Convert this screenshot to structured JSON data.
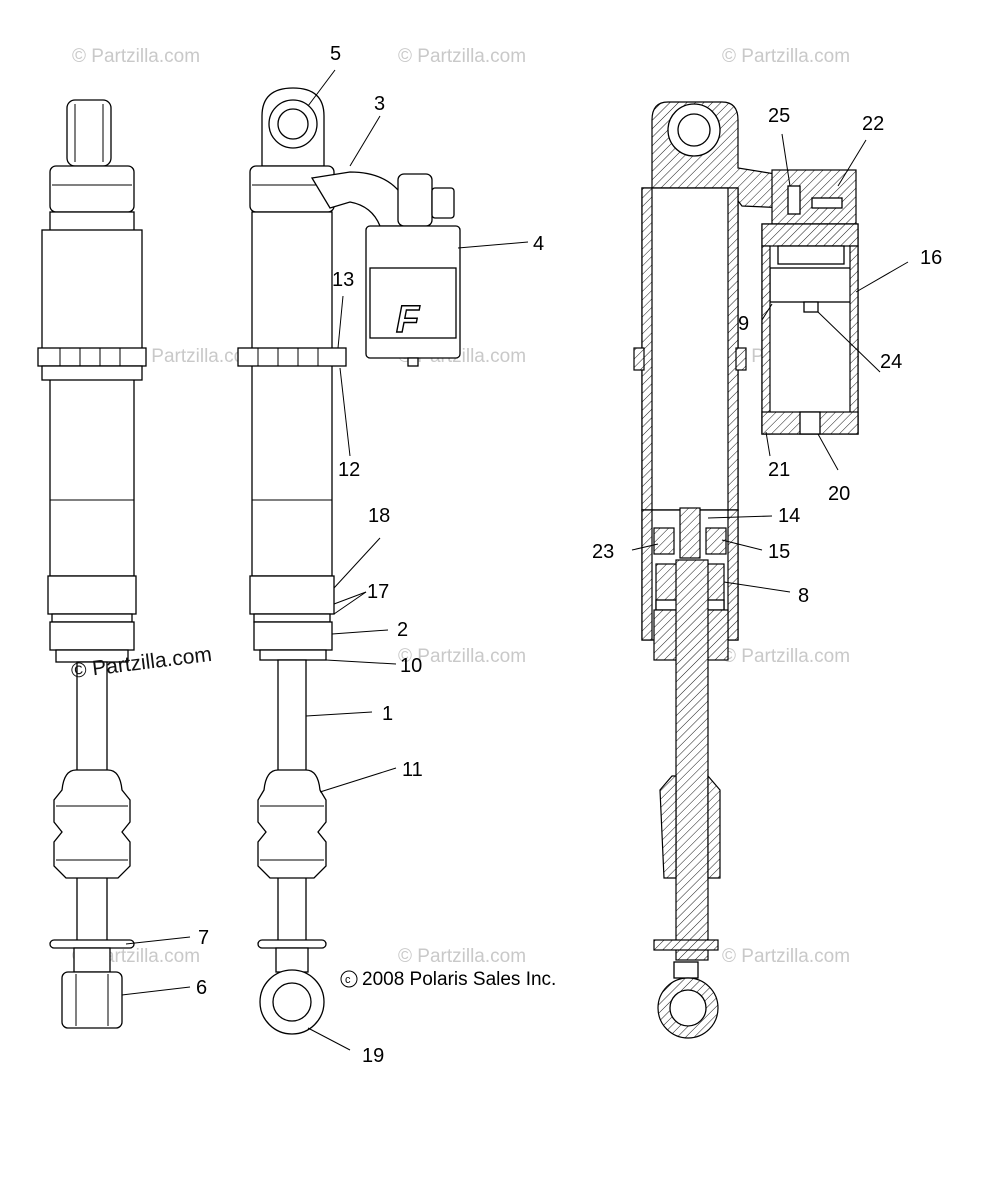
{
  "watermark": "© Partzilla.com",
  "copyright": "2008 Polaris Sales Inc.",
  "copyright_symbol": "c",
  "reservoir_logo": "F",
  "callouts": {
    "c1": "1",
    "c2": "2",
    "c3": "3",
    "c4": "4",
    "c5": "5",
    "c6": "6",
    "c7": "7",
    "c8": "8",
    "c9": "9",
    "c10": "10",
    "c11": "11",
    "c12": "12",
    "c13": "13",
    "c14": "14",
    "c15": "15",
    "c16": "16",
    "c17": "17",
    "c18": "18",
    "c19": "19",
    "c20": "20",
    "c21": "21",
    "c22": "22",
    "c23": "23",
    "c24": "24",
    "c25": "25"
  }
}
